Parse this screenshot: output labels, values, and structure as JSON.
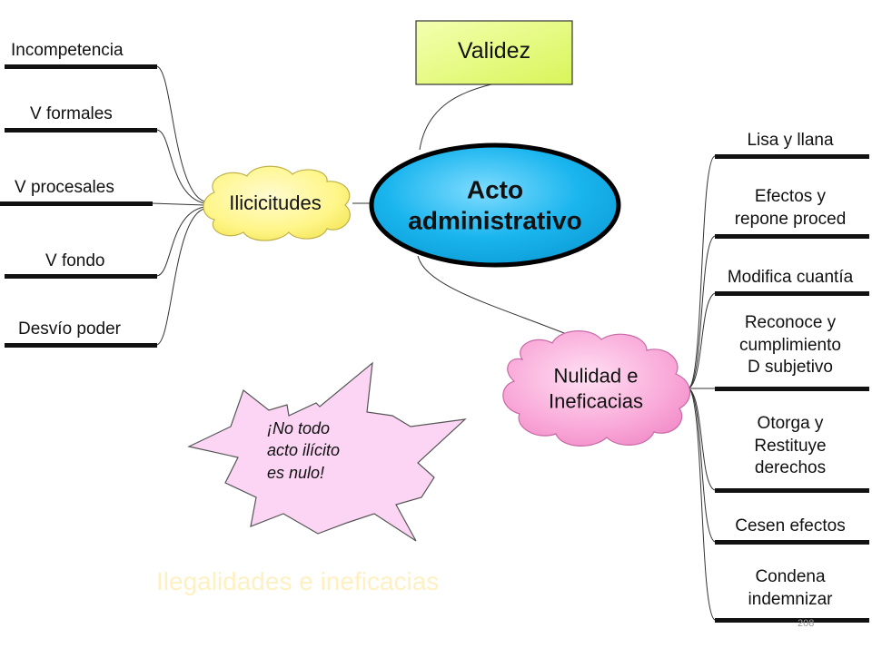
{
  "central": {
    "line1": "Acto",
    "line2": "administrativo"
  },
  "top_node": {
    "label": "Validez"
  },
  "left_node": {
    "label": "Ilicicitudes"
  },
  "left_items": [
    "Incompetencia",
    "V formales",
    "V procesales",
    "V fondo",
    "Desvío poder"
  ],
  "right_node": {
    "line1": "Nulidad e",
    "line2": "Ineficacias"
  },
  "right_items": [
    {
      "lines": [
        "Lisa y llana"
      ]
    },
    {
      "lines": [
        "Efectos y",
        "repone proced"
      ]
    },
    {
      "lines": [
        "Modifica cuantía"
      ]
    },
    {
      "lines": [
        "Reconoce y",
        "cumplimiento",
        "D subjetivo"
      ]
    },
    {
      "lines": [
        "Otorga y",
        "Restituye",
        "derechos"
      ]
    },
    {
      "lines": [
        "Cesen efectos"
      ]
    },
    {
      "lines": [
        "Condena",
        "indemnizar"
      ]
    }
  ],
  "callout": {
    "line1": "¡No todo",
    "line2": "acto ilícito",
    "line3": "es nulo!"
  },
  "footer": {
    "title": "Ilegalidades e ineficacias",
    "slide_number": "208"
  },
  "colors": {
    "central_fill": "#1ab5ee",
    "top_fill": "#e6ff66",
    "left_fill": "#fff68a",
    "right_fill": "#f9a8d8",
    "callout_fill": "#fbd5f3",
    "footer_text": "#ffd54f"
  }
}
